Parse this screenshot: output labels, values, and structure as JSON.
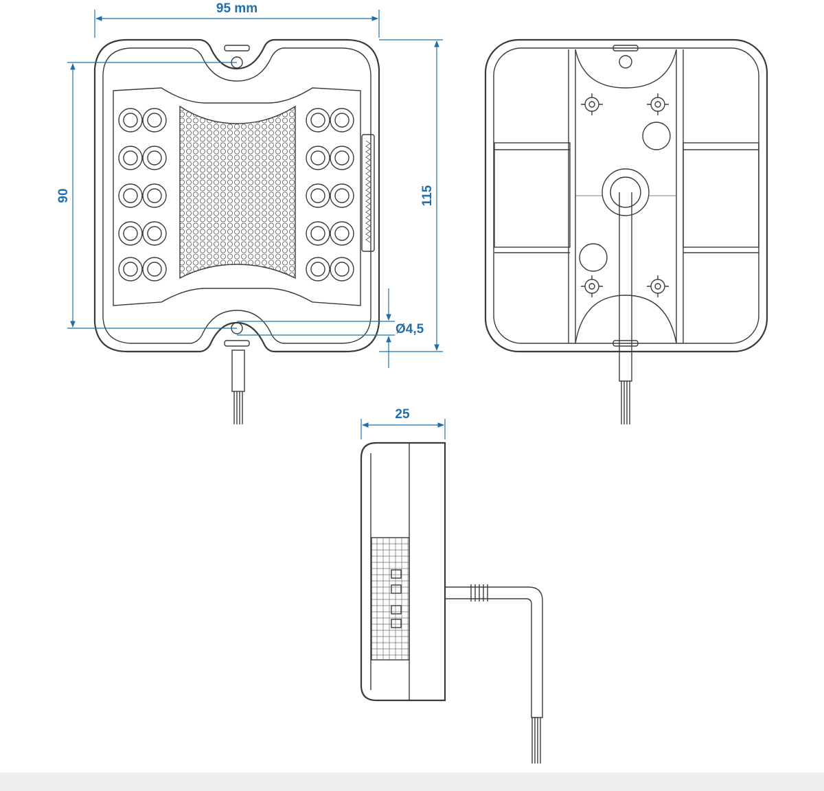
{
  "dimensions": {
    "width": "95 mm",
    "height_inner": "90",
    "height_total": "115",
    "hole_diameter": "Ø4,5",
    "depth": "25"
  },
  "colors": {
    "dimension": "#1f6fae",
    "line": "#3a3a3a",
    "background": "#ffffff"
  }
}
